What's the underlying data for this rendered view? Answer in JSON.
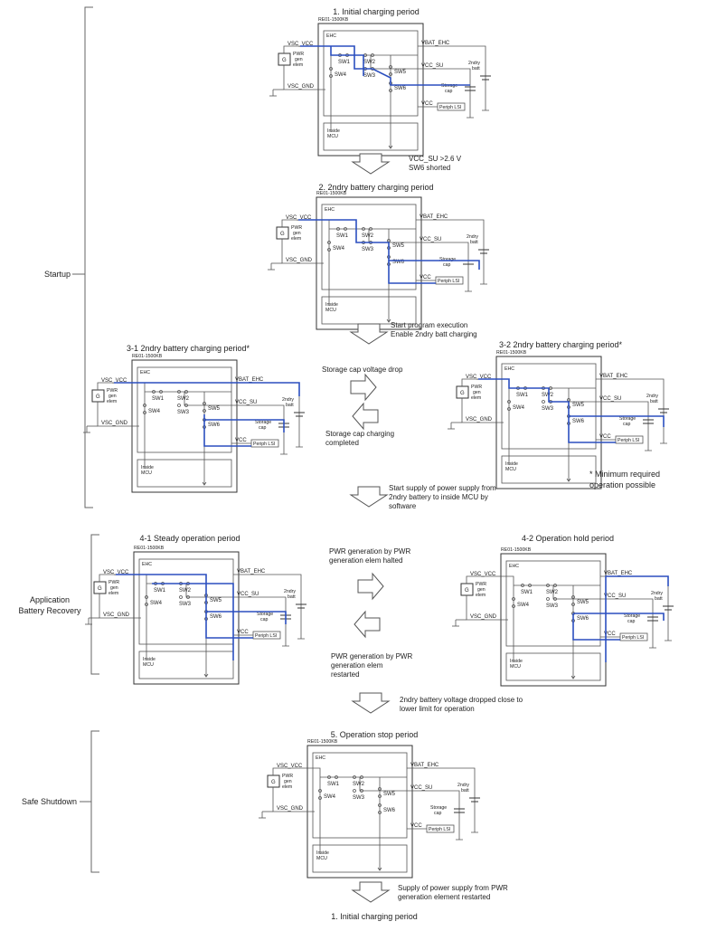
{
  "colors": {
    "ink": "#333333",
    "current": "#2b4fbf",
    "bracket": "#666666"
  },
  "groups": [
    {
      "label": "Startup"
    },
    {
      "label_line1": "Application",
      "label_line2": "Battery Recovery"
    },
    {
      "label": "Safe Shutdown"
    }
  ],
  "labels": {
    "chip": "RE01-1500KB",
    "ehc": "EHC",
    "vsc_vcc": "VSC_VCC",
    "vsc_gnd": "VSC_GND",
    "vbat_ehc": "VBAT_EHC",
    "vcc_su": "VCC_SU",
    "vcc": "VCC",
    "gen": "G",
    "pwr1": "PWR",
    "pwr2": "gen",
    "pwr3": "elem",
    "batt1": "2ndry",
    "batt2": "batt",
    "cap1": "Storage",
    "cap2": "cap",
    "storage_cap_inline": "Storage cap",
    "periph": "Periph LSI",
    "mcu1": "Inside",
    "mcu2": "MCU",
    "sw1": "SW1",
    "sw2": "SW2",
    "sw3": "SW3",
    "sw4": "SW4",
    "sw5": "SW5",
    "sw6": "SW6"
  },
  "panels": [
    {
      "id": "p1",
      "title": "1. Initial charging period"
    },
    {
      "id": "p2",
      "title": "2. 2ndry battery charging period"
    },
    {
      "id": "p31",
      "title": "3-1 2ndry battery charging period*"
    },
    {
      "id": "p32",
      "title": "3-2 2ndry battery charging period*"
    },
    {
      "id": "p41",
      "title": "4-1 Steady operation period"
    },
    {
      "id": "p42",
      "title": "4-2 Operation hold period"
    },
    {
      "id": "p5",
      "title": "5. Operation stop period"
    }
  ],
  "transitions": {
    "t1": {
      "line1": "VCC_SU >2.6 V",
      "line2": "SW6 shorted"
    },
    "t2": {
      "line1": "Start program execution",
      "line2": "Enable 2ndry batt charging"
    },
    "t3a": "Storage cap voltage drop",
    "t3b": {
      "line1": "Storage cap charging",
      "line2": "completed"
    },
    "t3c": {
      "line1": "Start supply of power supply from",
      "line2": "2ndry battery to inside MCU by",
      "line3": "software"
    },
    "t4a": {
      "line1": "PWR generation by PWR",
      "line2": "generation elem halted"
    },
    "t4b": {
      "line1": "PWR generation by PWR",
      "line2": "generation elem",
      "line3": "restarted"
    },
    "t4c": {
      "line1": "2ndry battery voltage dropped close to",
      "line2": "lower limit for operation"
    },
    "t5": {
      "line1": "Supply of power supply from PWR",
      "line2": "generation element restarted"
    }
  },
  "footnote": {
    "line1": "* Minimum required",
    "line2": "operation possible"
  },
  "final_title": "1. Initial charging period"
}
